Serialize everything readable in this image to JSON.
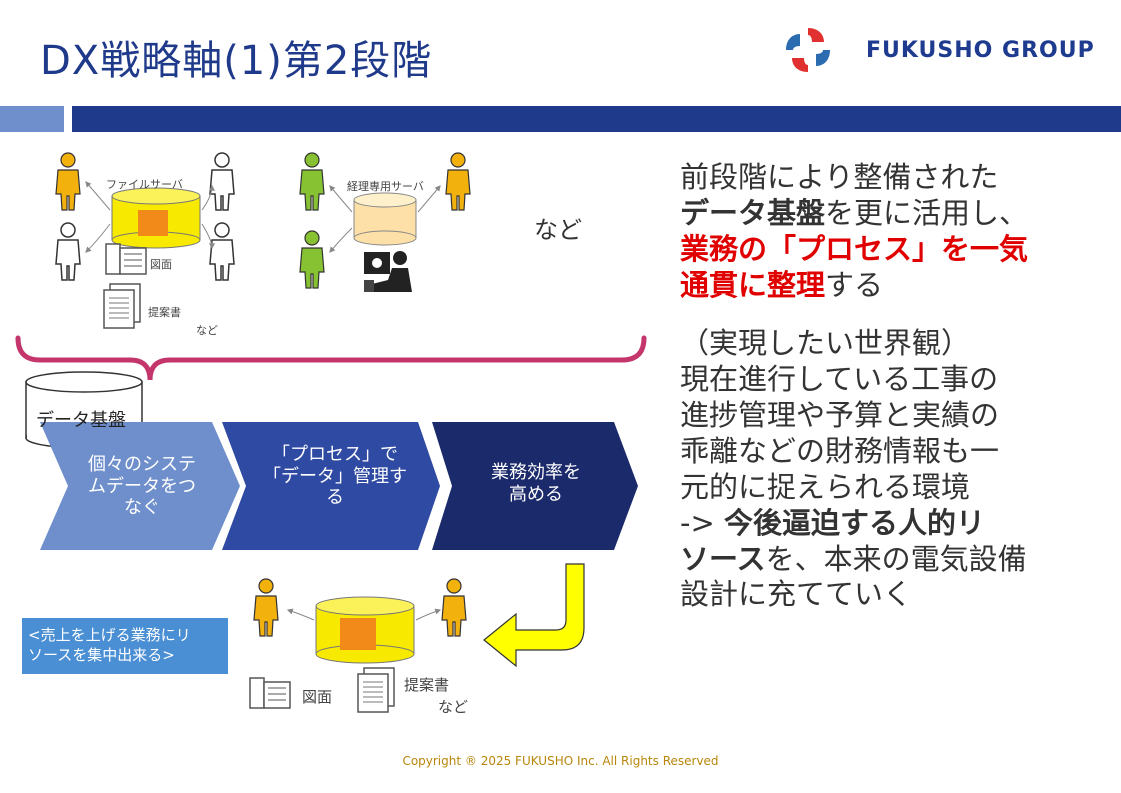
{
  "header": {
    "title": "DX戦略軸(1)第2段階",
    "logo_text": "FUKUSHO GROUP",
    "colors": {
      "navy": "#1f3a8a",
      "light_blue": "#6e8fcc",
      "brand_red": "#e03030",
      "brand_blue": "#2b6cb0"
    }
  },
  "diagram": {
    "file_server_label": "ファイルサーバ",
    "accounting_server_label": "経理専用サーバ",
    "drawing_label": "図面",
    "proposal_label": "提案書",
    "etc_small": "など",
    "etc_large": "など",
    "data_platform_label": "データ基盤",
    "steps": [
      "個々のシステムデータをつなぐ",
      "「プロセス」で「データ」管理する",
      "業務効率を高める"
    ],
    "step1_lines": [
      "個々のシステ",
      "ムデータをつ",
      "なぐ"
    ],
    "step2_lines": [
      "「プロセス」で",
      "「データ」管理す",
      "る"
    ],
    "step3_lines": [
      "業務効率を",
      "高める"
    ],
    "sales_note_lines": [
      "<売上を上げる業務にリ",
      "ソースを集中出来る>"
    ],
    "bottom_drawing_label": "図面",
    "bottom_proposal_label": "提案書",
    "bottom_etc": "など"
  },
  "right": {
    "p1_l1": "前段階により整備された",
    "p1_l2_bold": "データ基盤",
    "p1_l2_rest": "を更に活用し、",
    "p1_l3_red": "業務の「プロセス」を一気",
    "p1_l4_red": "通貫に整理",
    "p1_l4_rest": "する",
    "p2_l1": "（実現したい世界観）",
    "p2_l2": "現在進行している工事の",
    "p2_l3": "進捗管理や予算と実績の",
    "p2_l4": "乖離などの財務情報も一",
    "p2_l5": "元的に捉えられる環境",
    "p2_l6_prefix": "-> ",
    "p2_l6_bold": "今後逼迫する人的リ",
    "p2_l7_bold": "ソース",
    "p2_l7_rest": "を、本来の電気設備",
    "p2_l8": "設計に充てていく"
  },
  "footer": {
    "copyright": "Copyright ® 2025 FUKUSHO Inc. All Rights Reserved"
  }
}
